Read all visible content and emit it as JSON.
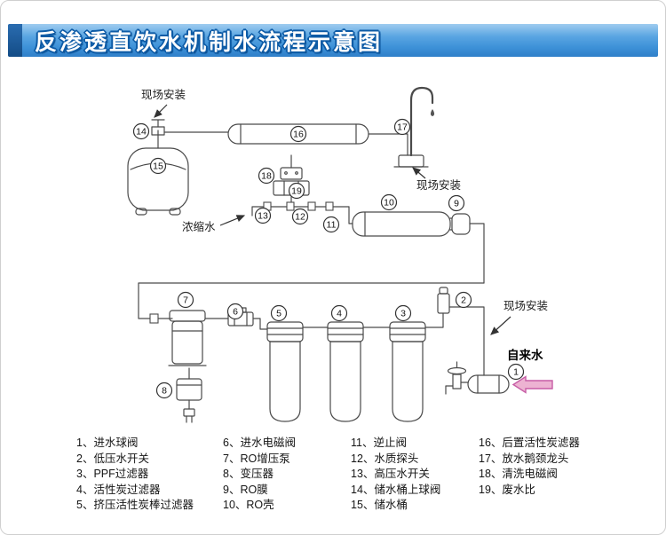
{
  "page": {
    "title": "反渗透直饮水机制水流程示意图"
  },
  "diagram": {
    "labels": {
      "site_install_top": "现场安装",
      "site_install_faucet": "现场安装",
      "site_install_inlet": "现场安装",
      "concentrate": "浓缩水",
      "tap_water": "自来水"
    },
    "callouts": [
      "1",
      "2",
      "3",
      "4",
      "5",
      "6",
      "7",
      "8",
      "9",
      "10",
      "11",
      "12",
      "13",
      "14",
      "15",
      "16",
      "17",
      "18",
      "19"
    ],
    "colors": {
      "line": "#4a4a4a",
      "header_blue": "#3e92d8",
      "tap_arrow_fill": "#edb3d2",
      "tap_arrow_stroke": "#c75da6"
    }
  },
  "legend": {
    "columns": [
      [
        "1、进水球阀",
        "2、低压水开关",
        "3、PPF过滤器",
        "4、活性炭过滤器",
        "5、挤压活性炭棒过滤器"
      ],
      [
        "6、进水电磁阀",
        "7、RO增压泵",
        "8、变压器",
        "9、RO膜",
        "10、RO壳"
      ],
      [
        "11、逆止阀",
        "12、水质探头",
        "13、高压水开关",
        "14、储水桶上球阀",
        "15、储水桶"
      ],
      [
        "16、后置活性炭滤器",
        "17、放水鹅颈龙头",
        "18、清洗电磁阀",
        "19、废水比"
      ]
    ]
  }
}
